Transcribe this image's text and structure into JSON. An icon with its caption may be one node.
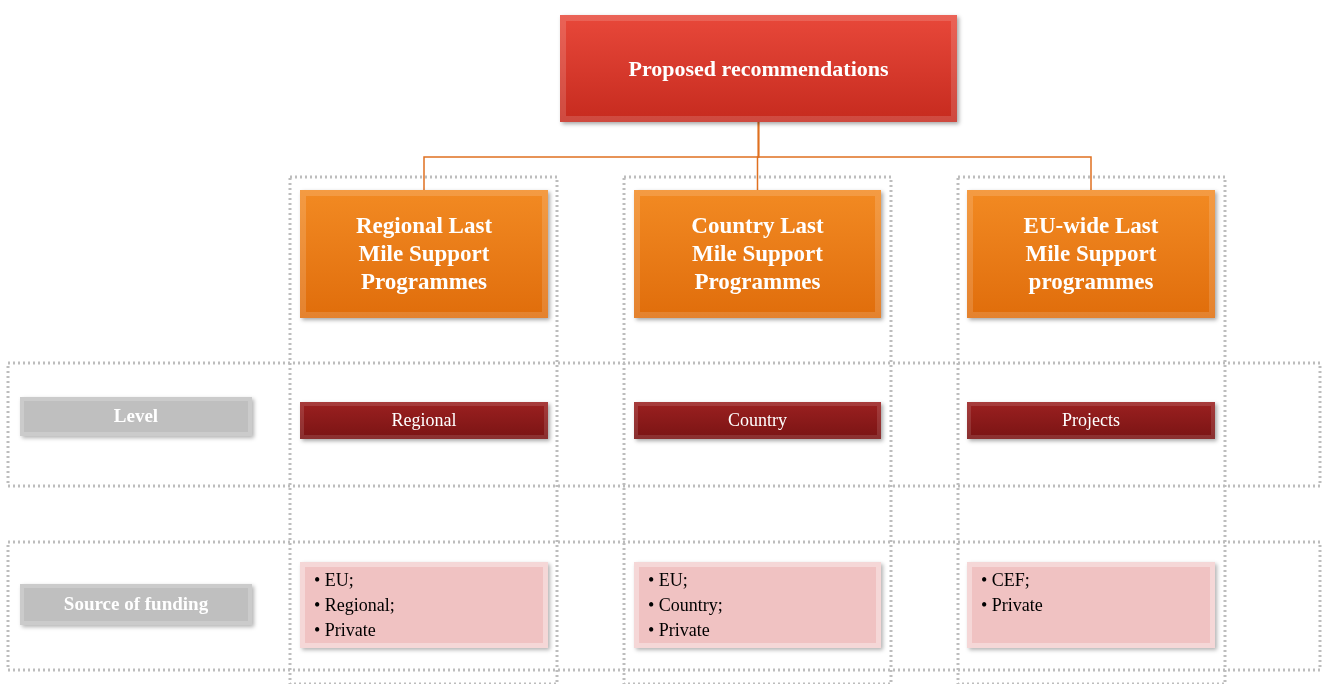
{
  "diagram": {
    "nodes": [
      {
        "text": [
          "Proposed recommendations"
        ]
      },
      {
        "text": [
          "Regional Last Mile Support Programmes"
        ]
      },
      {
        "text": [
          "Country Last Mile Support Programmes"
        ]
      },
      {
        "text": [
          "EU-wide Last Mile Support programmes"
        ]
      },
      {
        "text": [
          "Level"
        ]
      },
      {
        "text": [
          "Regional"
        ]
      },
      {
        "text": [
          "Country"
        ]
      },
      {
        "text": [
          "Projects"
        ]
      },
      {
        "text": [
          "Source of funding"
        ]
      },
      {
        "text": [
          "• EU;",
          "• Regional;",
          "• Private"
        ]
      },
      {
        "text": [
          "• EU;",
          "• Country;",
          "• Private"
        ]
      },
      {
        "text": [
          "• CEF;",
          "• Private"
        ]
      }
    ],
    "edges": [
      {
        "from": 0,
        "to": 1,
        "arrow": "none"
      },
      {
        "from": 0,
        "to": 2,
        "arrow": "none"
      },
      {
        "from": 0,
        "to": 3,
        "arrow": "none"
      }
    ]
  }
}
